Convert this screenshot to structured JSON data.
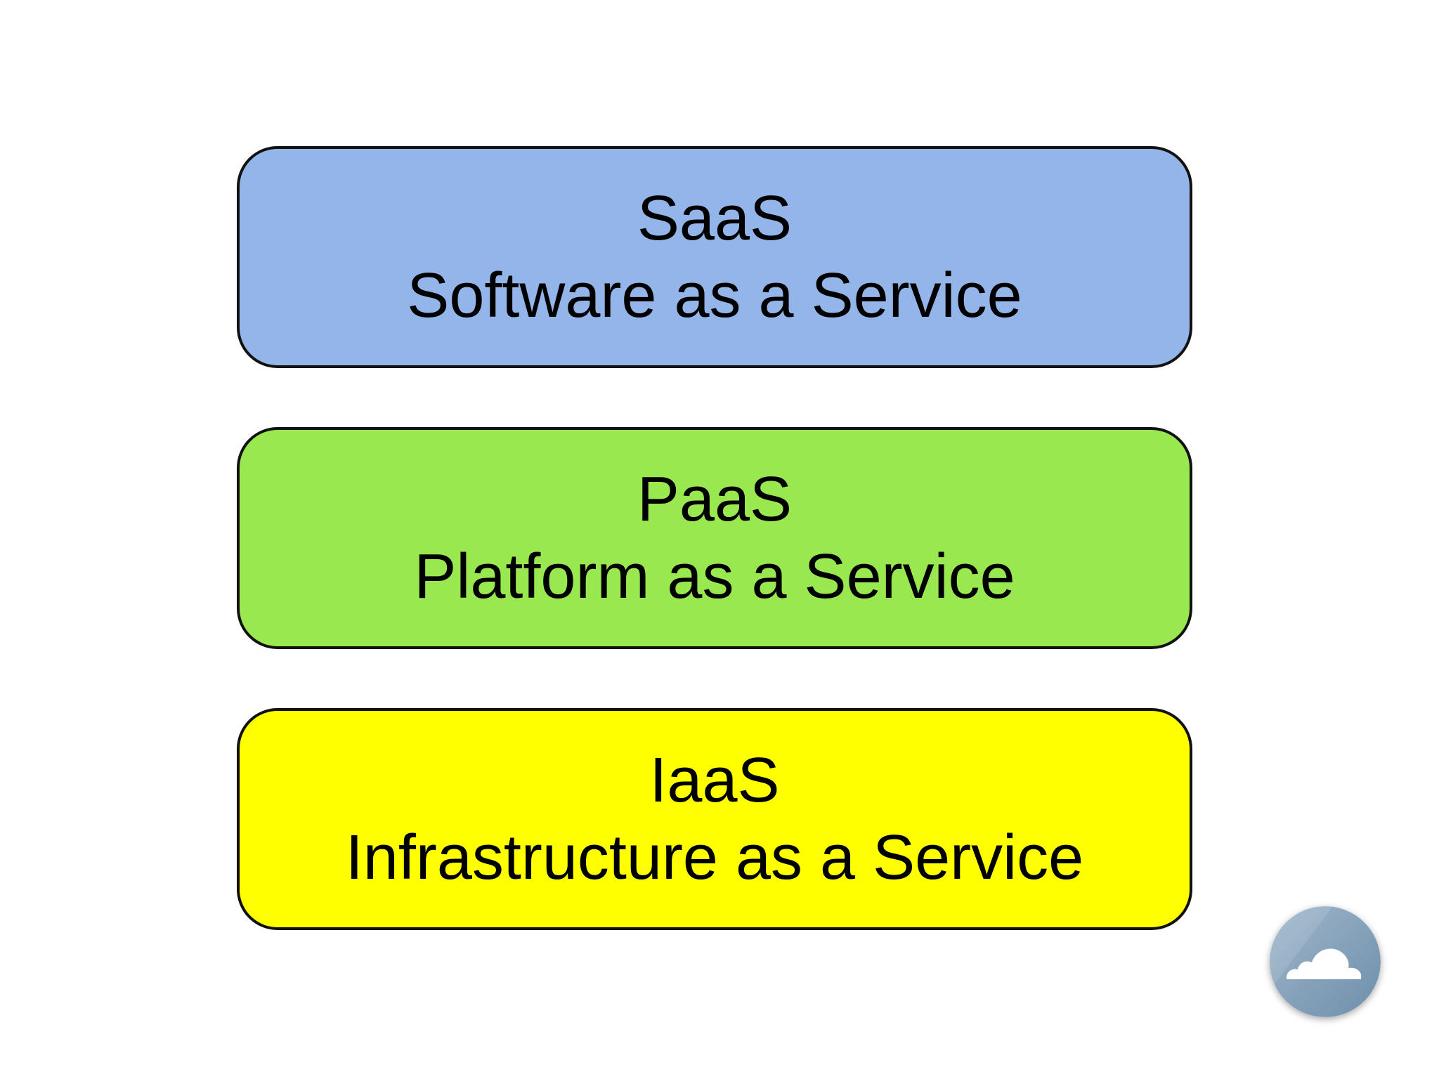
{
  "colors": {
    "saas": "#94b5ea",
    "paas": "#9ae84f",
    "iaas": "#ffff00",
    "border": "#111111",
    "logo_circle": "#86a3bb"
  },
  "layers": [
    {
      "abbr": "SaaS",
      "full": "Software as a Service"
    },
    {
      "abbr": "PaaS",
      "full": "Platform as a Service"
    },
    {
      "abbr": "IaaS",
      "full": "Infrastructure as a Service"
    }
  ],
  "logo": {
    "icon": "cloud-icon"
  }
}
